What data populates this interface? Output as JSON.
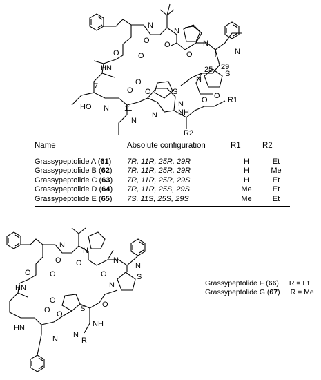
{
  "structure_1": {
    "atom_labels": [
      "O",
      "O",
      "O",
      "N",
      "N",
      "O",
      "N",
      "O",
      "H",
      "N",
      "N",
      "O",
      "HO",
      "7",
      "N",
      "O",
      "N",
      "11",
      "O",
      "S",
      "N",
      "N",
      "O",
      "S",
      "N",
      "O",
      "25",
      "29",
      "N",
      "H",
      "R1",
      "R2"
    ]
  },
  "table": {
    "headers": [
      "Name",
      "Absolute configuration",
      "R1",
      "R2"
    ],
    "rows": [
      {
        "name": "Grassypeptolide A",
        "num": "61",
        "config": "7R, 11R, 25R, 29R",
        "r1": "H",
        "r2": "Et"
      },
      {
        "name": "Grassypeptolide B",
        "num": "62",
        "config": "7R, 11R, 25R, 29R",
        "r1": "H",
        "r2": "Me"
      },
      {
        "name": "Grassypeptolide C",
        "num": "63",
        "config": "7R, 11R, 25R, 29S",
        "r1": "H",
        "r2": "Et"
      },
      {
        "name": "Grassypeptolide D",
        "num": "64",
        "config": "7R, 11R, 25S, 29S",
        "r1": "Me",
        "r2": "Et"
      },
      {
        "name": "Grassypeptolide E",
        "num": "65",
        "config": "7S, 11S, 25S, 29S",
        "r1": "Me",
        "r2": "Et"
      }
    ]
  },
  "structure_2": {
    "atom_labels": [
      "O",
      "O",
      "O",
      "N",
      "N",
      "O",
      "N",
      "O",
      "H",
      "N",
      "N",
      "O",
      "H",
      "N",
      "O",
      "N",
      "O",
      "S",
      "N",
      "N",
      "H",
      "S",
      "N",
      "O",
      "R"
    ]
  },
  "legend": [
    {
      "name": "Grassypeptolide  F",
      "num": "66",
      "r": "R = Et"
    },
    {
      "name": "Grassypeptolide  G",
      "num": "67",
      "r": "R = Me"
    }
  ]
}
